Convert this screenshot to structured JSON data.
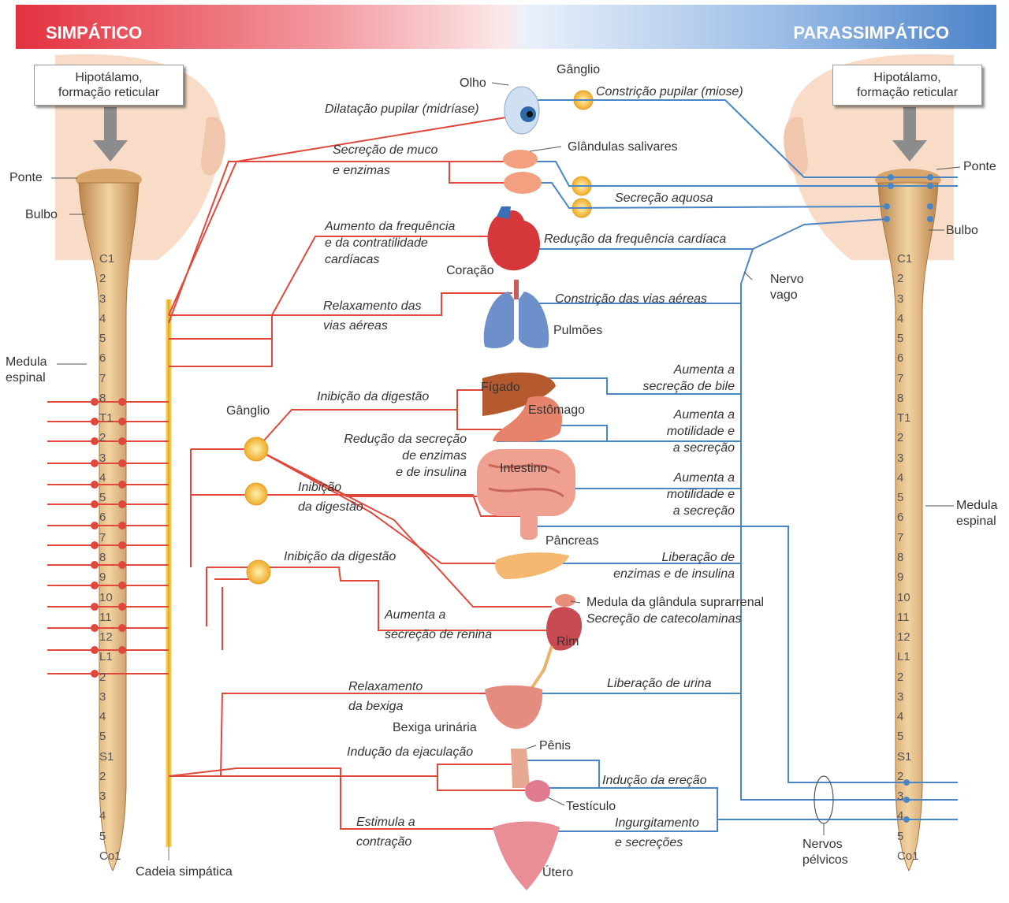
{
  "header": {
    "left": "SIMPÁTICO",
    "right": "PARASSIMPÁTICO"
  },
  "hypothalamus": {
    "left": "Hipotálamo,\nformação reticular",
    "right": "Hipotálamo,\nformação reticular"
  },
  "left_labels": {
    "ponte": "Ponte",
    "bulbo": "Bulbo",
    "medula": "Medula\nespinal",
    "ganglio1": "Gânglio",
    "cadeia": "Cadeia simpática"
  },
  "right_labels": {
    "ponte": "Ponte",
    "bulbo": "Bulbo",
    "medula": "Medula\nespinal",
    "nervo_vago": "Nervo\nvago",
    "nervos_pelvicos": "Nervos\npélvicos"
  },
  "spinal_segments_left": [
    "C1",
    "2",
    "3",
    "4",
    "5",
    "6",
    "7",
    "8",
    "T1",
    "2",
    "3",
    "4",
    "5",
    "6",
    "7",
    "8",
    "9",
    "10",
    "11",
    "12",
    "L1",
    "2",
    "3",
    "4",
    "5",
    "S1",
    "2",
    "3",
    "4",
    "5",
    "Co1"
  ],
  "spinal_segments_right": [
    "C1",
    "2",
    "3",
    "4",
    "5",
    "6",
    "7",
    "8",
    "T1",
    "2",
    "3",
    "4",
    "5",
    "6",
    "7",
    "8",
    "9",
    "10",
    "11",
    "12",
    "L1",
    "2",
    "3",
    "4",
    "5",
    "S1",
    "2",
    "3",
    "4",
    "5",
    "Co1"
  ],
  "organs": {
    "olho": "Olho",
    "ganglio_top": "Gânglio",
    "glandulas": "Glândulas salivares",
    "coracao": "Coração",
    "pulmoes": "Pulmões",
    "figado": "Fígado",
    "estomago": "Estômago",
    "intestino": "Intestino",
    "pancreas": "Pâncreas",
    "suprarrenal": "Medula da glândula suprarrenal",
    "rim": "Rim",
    "bexiga": "Bexiga urinária",
    "penis": "Pênis",
    "testiculo": "Testículo",
    "utero": "Útero"
  },
  "sympathetic_effects": {
    "pupila": "Dilatação pupilar (midríase)",
    "muco": "Secreção de muco\ne enzimas",
    "cardiaco": "Aumento da frequência\ne da contratilidade\ncardíacas",
    "vias": "Relaxamento das\nvias aéreas",
    "digestao1": "Inibição da digestão",
    "secrecao_enz": "Redução da secreção\nde enzimas\ne de insulina",
    "digestao2": "Inibição\nda digestão",
    "digestao3": "Inibição da digestão",
    "renina": "Aumenta a\nsecreção de renina",
    "bexiga": "Relaxamento\nda bexiga",
    "ejaculacao": "Indução da ejaculação",
    "contracao": "Estimula a\ncontração"
  },
  "parasympathetic_effects": {
    "pupila": "Constrição pupilar (miose)",
    "aquosa": "Secreção aquosa",
    "cardiaca": "Redução da frequência cardíaca",
    "vias": "Constrição das vias aéreas",
    "bile": "Aumenta a\nsecreção de bile",
    "estomago": "Aumenta a\nmotilidade e\na secreção",
    "intestino": "Aumenta a\nmotilidade e\na secreção",
    "pancreas": "Liberação de\nenzimas e de insulina",
    "catecol": "Secreção de catecolaminas",
    "urina": "Liberação de urina",
    "erecao": "Indução da ereção",
    "ingurg": "Ingurgitamento\ne secreções"
  },
  "colors": {
    "sympathetic": "#e0483c",
    "parasympathetic": "#4a86c6",
    "ganglion": "#f3b93a",
    "cord": "#e4b57a"
  }
}
